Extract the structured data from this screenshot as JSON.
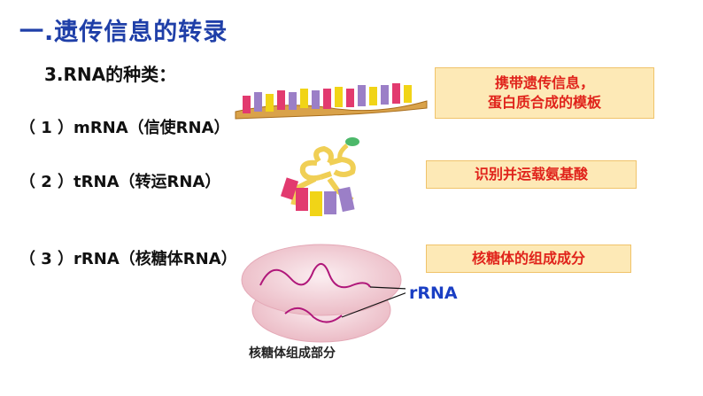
{
  "slide": {
    "title": "一.遗传信息的转录",
    "subtitle": "3.RNA的种类："
  },
  "rna_types": [
    {
      "label": "（ 1 ）mRNA（信使RNA）",
      "function_line1": "携带遗传信息，",
      "function_line2": "蛋白质合成的模板"
    },
    {
      "label": "（ 2 ）tRNA（转运RNA）",
      "function": "识别并运载氨基酸"
    },
    {
      "label": "（ 3 ）rRNA（核糖体RNA）",
      "function": "核糖体的组成成分"
    }
  ],
  "ribosome": {
    "rrna_label": "rRNA",
    "caption": "核糖体组成部分"
  },
  "colors": {
    "title": "#1f3fa8",
    "function_text": "#e0231b",
    "function_box": "#fde9b6",
    "rrna_label": "#1a3fc4"
  }
}
